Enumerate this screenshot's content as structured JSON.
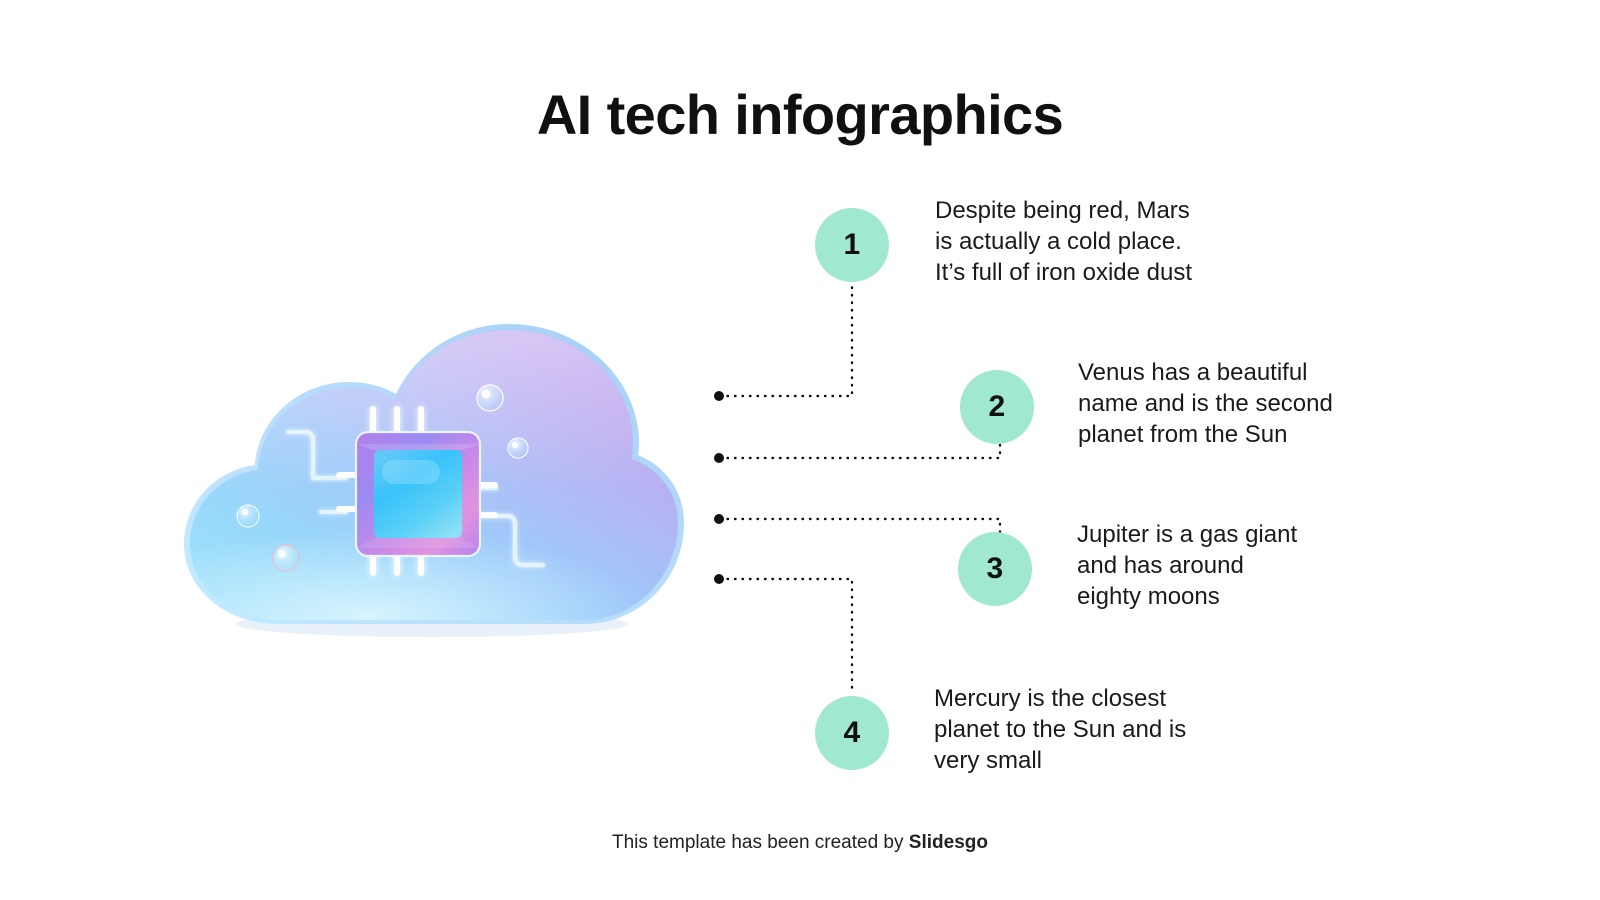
{
  "slide": {
    "title": "AI tech infographics",
    "background_color": "#ffffff",
    "accent_color": "#A0E8CF",
    "text_color": "#1a1a1a"
  },
  "illustration": {
    "name": "cloud-computing-chip-illustration",
    "description": "Glossy 3D cloud with a microchip and circuit traces",
    "cloud_gradient_from": "#8DD8FB",
    "cloud_gradient_to": "#B09BF0",
    "chip_center_color": "#3FC6F7",
    "chip_bevel_color": "#C07BE8"
  },
  "items": [
    {
      "number": "1",
      "text": "Despite being red, Mars\nis actually a cold place.\nIt’s full of iron oxide dust"
    },
    {
      "number": "2",
      "text": "Venus has a beautiful\nname and is the second\nplanet from the Sun"
    },
    {
      "number": "3",
      "text": "Jupiter is a gas giant\nand has around\neighty moons"
    },
    {
      "number": "4",
      "text": "Mercury is the closest\nplanet to the Sun and is\nvery small"
    }
  ],
  "footer": {
    "prefix": "This template has been created by ",
    "brand": "Slidesgo"
  }
}
